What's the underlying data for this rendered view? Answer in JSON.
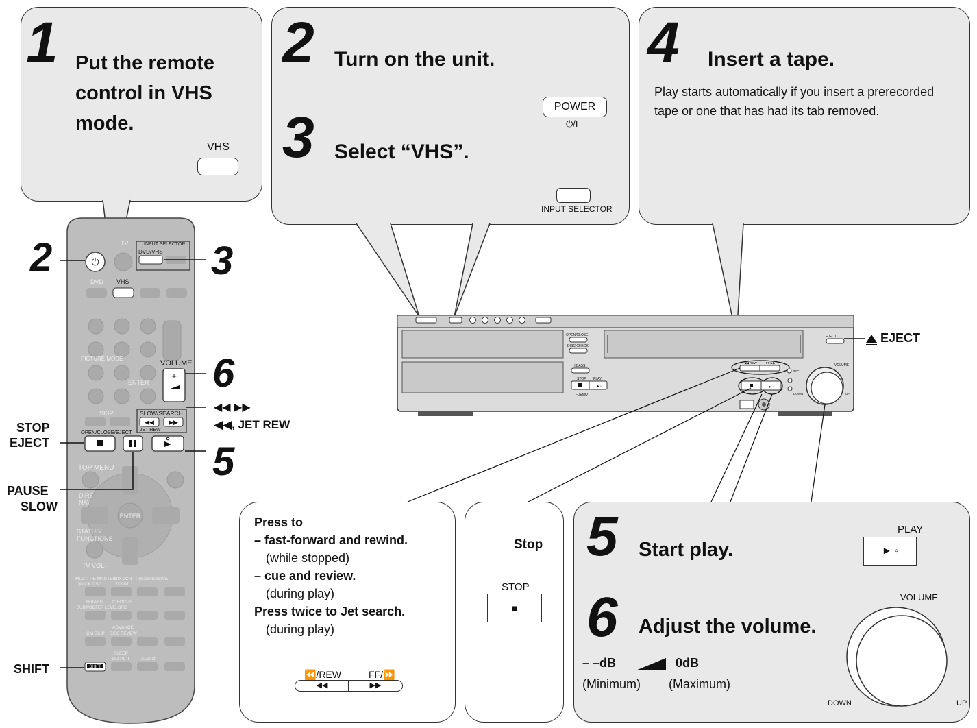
{
  "step1": {
    "num": "1",
    "title": "Put the remote control in VHS mode.",
    "vhs_label": "VHS"
  },
  "step2": {
    "num": "2",
    "title": "Turn on the unit.",
    "power_label": "POWER",
    "power_symbol": "⏻/I"
  },
  "step3": {
    "num": "3",
    "title": "Select “VHS”.",
    "input_label": "INPUT SELECTOR"
  },
  "step4": {
    "num": "4",
    "title": "Insert a tape.",
    "desc": "Play starts automatically if you insert a prerecorded tape or one that has had its tab removed."
  },
  "remote": {
    "callout_2": "2",
    "callout_3": "3",
    "callout_6": "6",
    "callout_5": "5",
    "stop_label": "STOP",
    "eject_label": "EJECT",
    "pause_label": "PAUSE",
    "slow_label": "SLOW",
    "shift_label": "SHIFT",
    "ffrew_label": "◀◀  ▶▶",
    "jetrew_label": "◀◀, JET REW",
    "tv": "TV",
    "input_selector": "INPUT SELECTOR",
    "dvdvhs": "DVD/VHS",
    "dvd": "DVD",
    "vhs": "VHS",
    "volume": "VOLUME",
    "slowsearch": "SLOW/SEARCH",
    "jet_rew": "JET REW",
    "open_close_eject": "OPEN/CLOSE/EJECT",
    "top_menu": "TOP MENU",
    "shift_key": "SHIFT",
    "picture_mode": "PICTURE MODE",
    "enter": "ENTER",
    "skip": "SKIP",
    "status": "STATUS/",
    "functions": "FUNCTIONS",
    "tv_vol": "TV VOL–",
    "direct": "DIRECT",
    "navigator": "NAVIGATOR",
    "hbass": "H.BASS",
    "cfocus": "C.FOCUS",
    "sfc": "SFC",
    "zoom": "ZOOM",
    "quick_osd": "QUICK OSD",
    "subwoofer": "SUBWOOFER LEVEL",
    "advance": "ADVANCE",
    "disc_review": "DISC REVIEW",
    "cm_skip": "CM SKIP",
    "sleep": "SLEEP",
    "dd_plus": "DD PL II",
    "audio": "AUDIO",
    "multi": "MULTI RE-MASTER",
    "mix2ch": "MIX 2CH",
    "progressive": "PROGRESSIVE"
  },
  "unit": {
    "eject_label": "EJECT",
    "open_close": "OPEN/CLOSE",
    "disc_check": "DISC CHECK",
    "hbass": "H.BASS",
    "stop": "STOP",
    "play": "PLAY",
    "demo": "–DEMO",
    "eject_small": "EJECT",
    "volume": "VOLUME",
    "rec": "REC",
    "down": "DOWN",
    "up": "UP",
    "rew": "◀◀ REW",
    "ff": "FF ▶▶"
  },
  "box_ff": {
    "press_to": "Press to",
    "item1": "– fast-forward and rewind.",
    "item1_note": "(while stopped)",
    "item2": "– cue and review.",
    "item2_note": "(during play)",
    "press_twice": "Press twice to Jet search.",
    "press_twice_note": "(during play)",
    "rew_label": "⏪/REW",
    "ff_label": "FF/⏩",
    "rew_btn": "◀◀",
    "ff_btn": "▶▶"
  },
  "box_stop": {
    "title": "Stop",
    "stop_label": "STOP",
    "stop_symbol": "■"
  },
  "step5": {
    "num": "5",
    "title": "Start play.",
    "play_label": "PLAY",
    "play_symbol": "► ◦"
  },
  "step6": {
    "num": "6",
    "title": "Adjust the volume.",
    "min_db": "– –dB",
    "max_db": "0dB",
    "min_note": "(Minimum)",
    "max_note": "(Maximum)",
    "volume_label": "VOLUME",
    "down": "DOWN",
    "up": "UP"
  }
}
